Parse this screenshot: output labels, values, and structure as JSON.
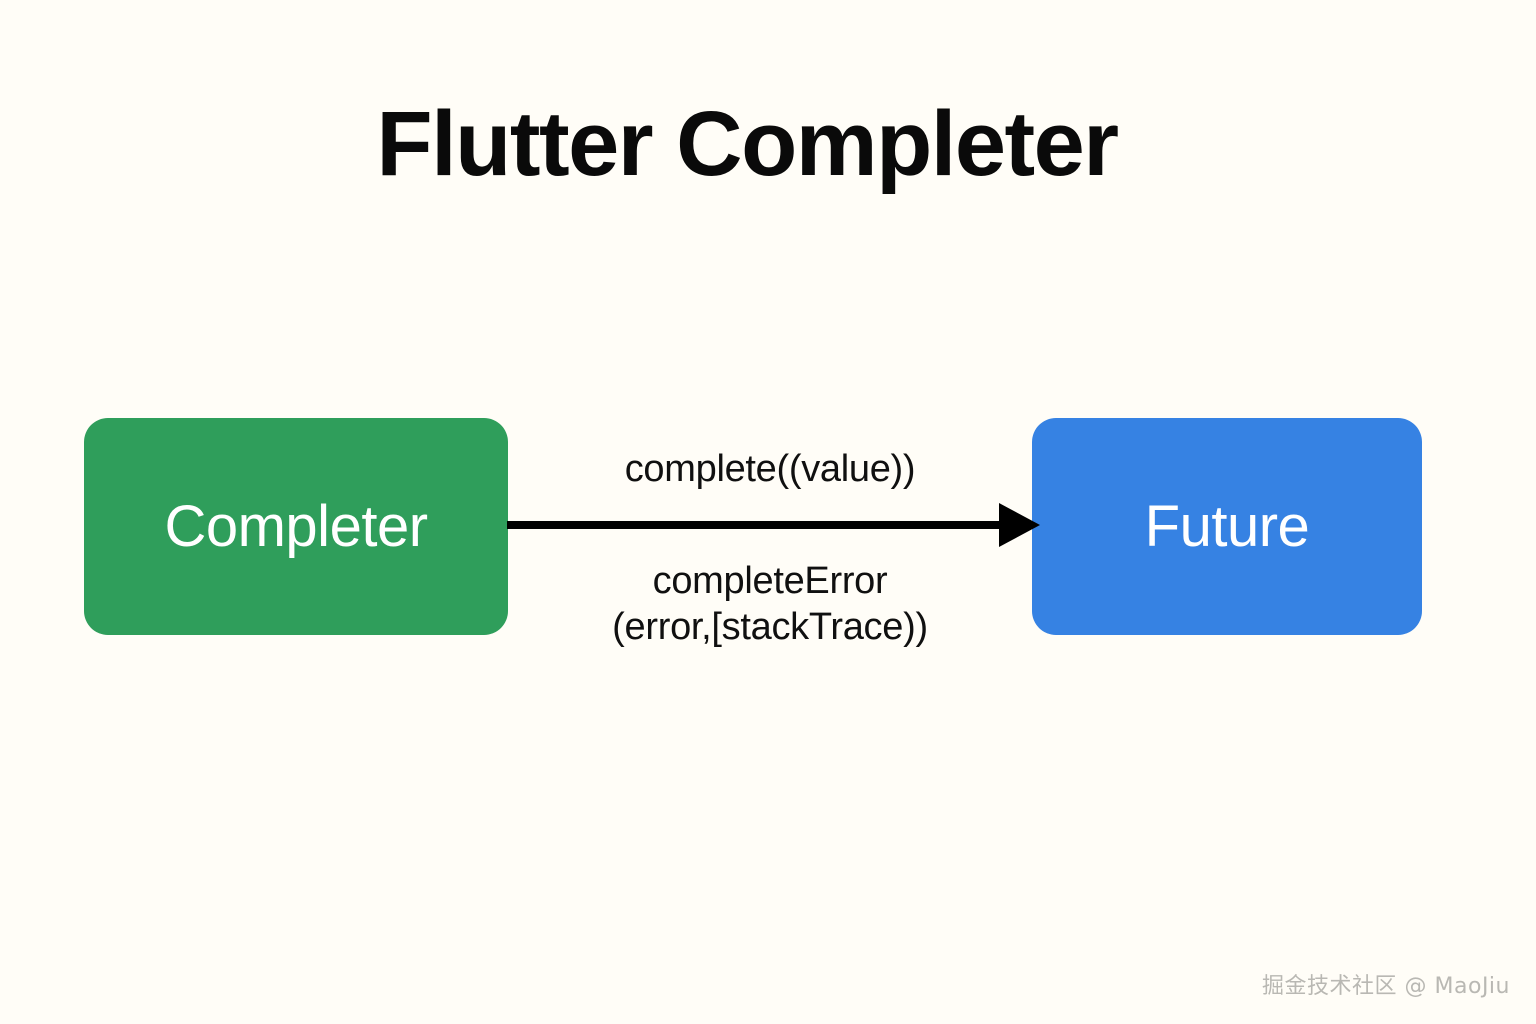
{
  "page": {
    "background_color": "#fffdf7",
    "title": "Flutter Completer"
  },
  "diagram": {
    "type": "flow",
    "nodes": [
      {
        "id": "completer",
        "label": "Completer",
        "fill_color": "#2f9e5b",
        "text_color": "#ffffff",
        "shape": "rounded-rectangle"
      },
      {
        "id": "future",
        "label": "Future",
        "fill_color": "#3682e3",
        "text_color": "#ffffff",
        "shape": "rounded-rectangle"
      }
    ],
    "edges": [
      {
        "id": "completer-to-future",
        "from": "completer",
        "to": "future",
        "color": "#000000",
        "arrowhead": "solid-triangle",
        "label_above": "complete((value))",
        "label_below_line1": "completeError",
        "label_below_line2": "(error,[stackTrace))"
      }
    ]
  },
  "watermark": {
    "text": "掘金技术社区 @ MaoJiu",
    "color": "#b9b8b3"
  }
}
